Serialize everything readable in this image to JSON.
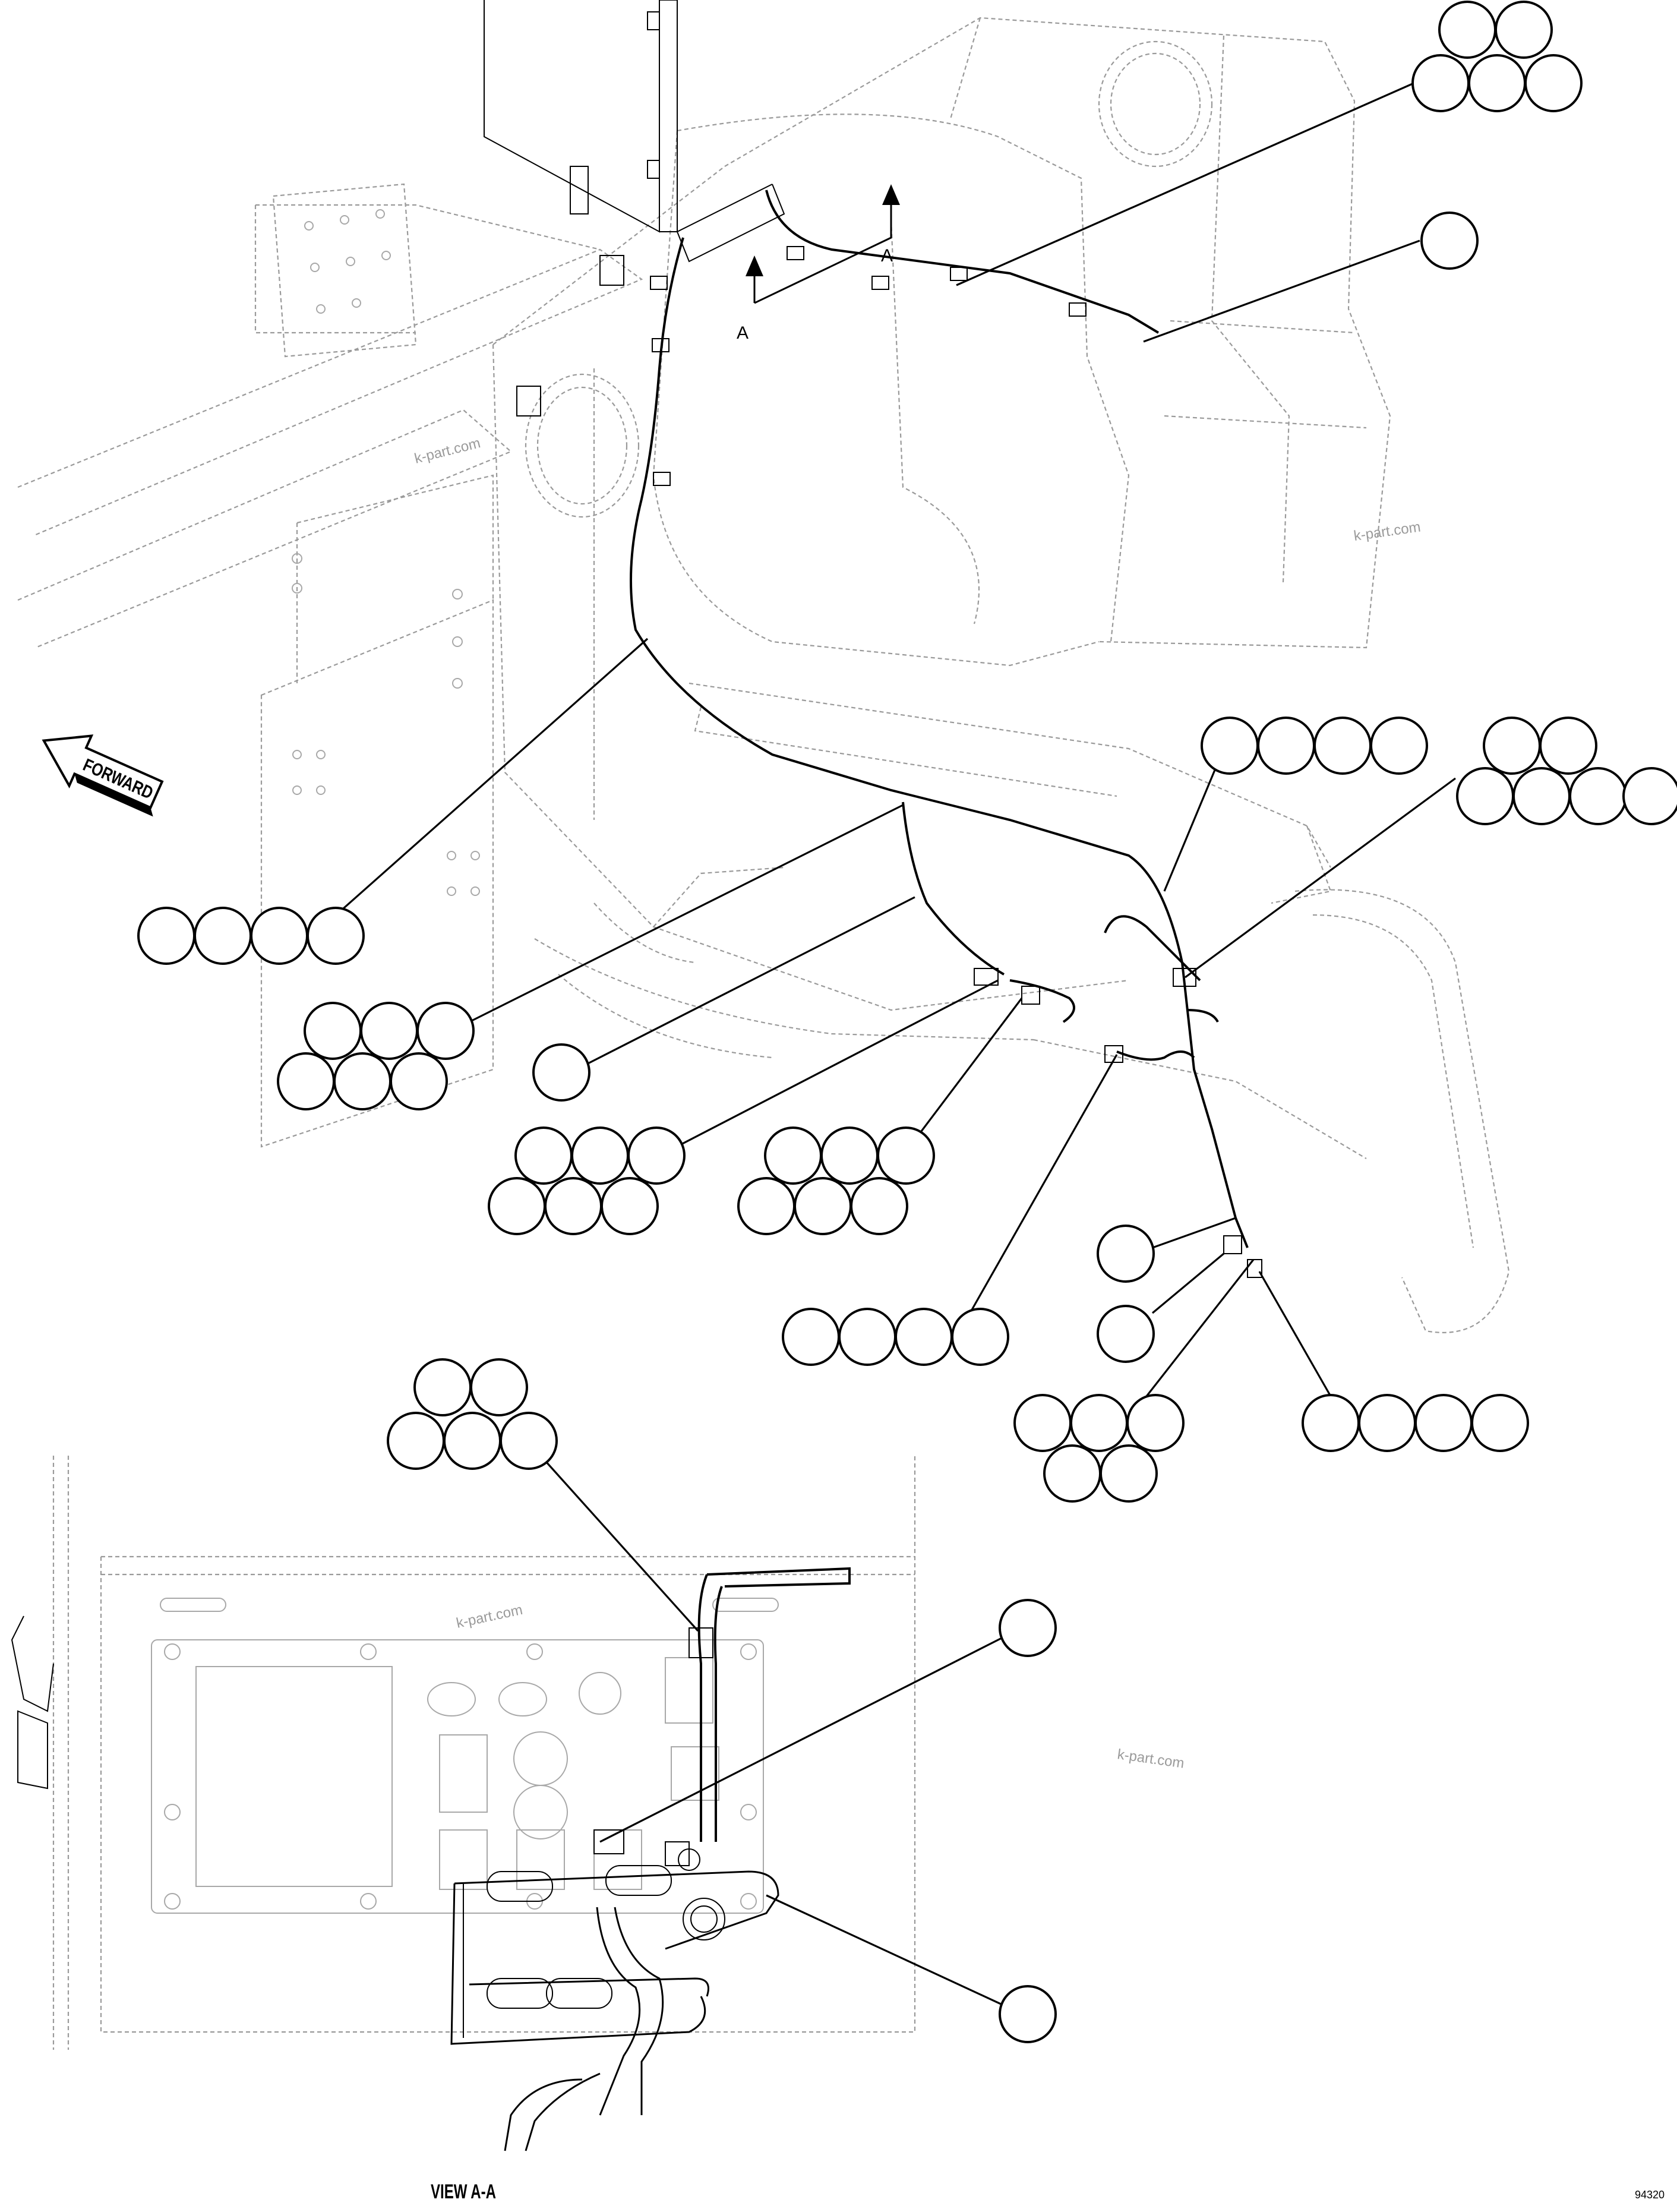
{
  "labels": {
    "forward": "FORWARD",
    "section_mark": "A",
    "view_title": "VIEW A-A",
    "watermark": "k-part.com",
    "figure_id": "94320"
  },
  "colors": {
    "ink": "#000000",
    "phantom": "#9a9a9a",
    "background": "#ffffff"
  }
}
